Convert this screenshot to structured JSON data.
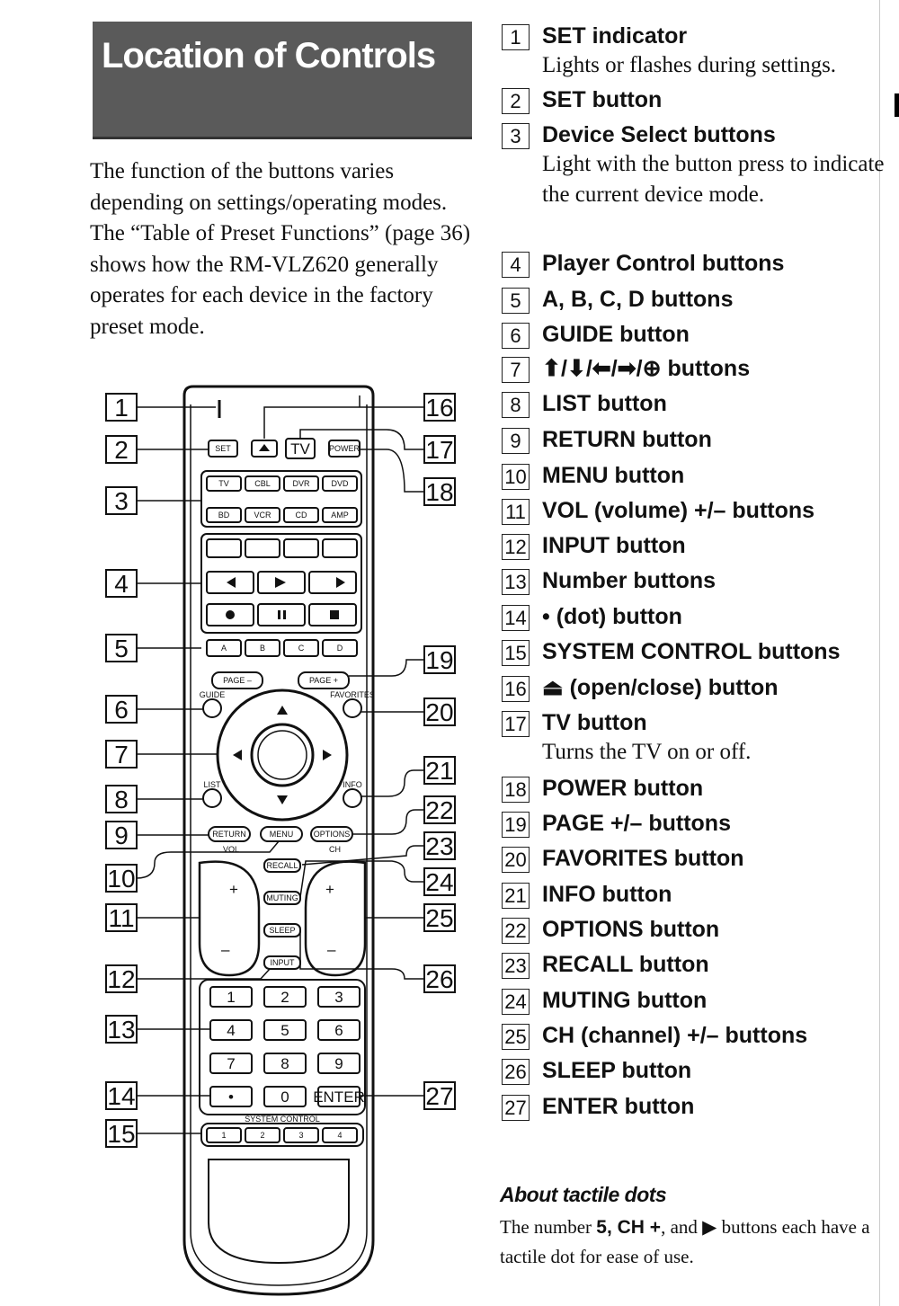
{
  "header": {
    "title": "Location of Controls"
  },
  "intro": {
    "paragraph1": "The function of the buttons varies depending on settings/operating modes.",
    "paragraph2": "The “Table of Preset Functions” (page 36) shows how the RM-VLZ620 generally operates for each device in the factory preset mode."
  },
  "controls": [
    {
      "num": "1",
      "title": "SET indicator",
      "desc": "Lights or flashes during settings."
    },
    {
      "num": "2",
      "title": "SET button",
      "desc": ""
    },
    {
      "num": "3",
      "title": "Device Select buttons",
      "desc": "Light with the button press to indicate the current device mode."
    },
    {
      "num": "4",
      "title": "Player Control buttons",
      "desc": ""
    },
    {
      "num": "5",
      "title": "A, B, C, D buttons",
      "desc": ""
    },
    {
      "num": "6",
      "title": "GUIDE button",
      "desc": ""
    },
    {
      "num": "7",
      "title": "⬆/⬇/⬅/➡/⊕ buttons",
      "desc": ""
    },
    {
      "num": "8",
      "title": "LIST button",
      "desc": ""
    },
    {
      "num": "9",
      "title": "RETURN button",
      "desc": ""
    },
    {
      "num": "10",
      "title": "MENU button",
      "desc": ""
    },
    {
      "num": "11",
      "title": "VOL (volume) +/– buttons",
      "desc": ""
    },
    {
      "num": "12",
      "title": "INPUT button",
      "desc": ""
    },
    {
      "num": "13",
      "title": "Number buttons",
      "desc": ""
    },
    {
      "num": "14",
      "title": "• (dot) button",
      "desc": ""
    },
    {
      "num": "15",
      "title": "SYSTEM CONTROL buttons",
      "desc": ""
    },
    {
      "num": "16",
      "title": "⏏ (open/close) button",
      "desc": ""
    },
    {
      "num": "17",
      "title": "TV button",
      "desc": "Turns the TV on or off."
    },
    {
      "num": "18",
      "title": "POWER button",
      "desc": ""
    },
    {
      "num": "19",
      "title": "PAGE +/– buttons",
      "desc": ""
    },
    {
      "num": "20",
      "title": "FAVORITES button",
      "desc": ""
    },
    {
      "num": "21",
      "title": "INFO button",
      "desc": ""
    },
    {
      "num": "22",
      "title": "OPTIONS button",
      "desc": ""
    },
    {
      "num": "23",
      "title": "RECALL button",
      "desc": ""
    },
    {
      "num": "24",
      "title": "MUTING button",
      "desc": ""
    },
    {
      "num": "25",
      "title": "CH (channel) +/– buttons",
      "desc": ""
    },
    {
      "num": "26",
      "title": "SLEEP button",
      "desc": ""
    },
    {
      "num": "27",
      "title": "ENTER button",
      "desc": ""
    }
  ],
  "tactile": {
    "title": "About tactile dots",
    "text_before": "The number ",
    "bold": "5, CH +",
    "text_mid": ", and ",
    "symbol": "▶",
    "text_after": " buttons each have a tactile dot for ease of use."
  },
  "remote": {
    "callouts": {
      "c1": "1",
      "c2": "2",
      "c3": "3",
      "c4": "4",
      "c5": "5",
      "c6": "6",
      "c7": "7",
      "c8": "8",
      "c9": "9",
      "c10": "10",
      "c11": "11",
      "c12": "12",
      "c13": "13",
      "c14": "14",
      "c15": "15",
      "c16": "16",
      "c17": "17",
      "c18": "18",
      "c19": "19",
      "c20": "20",
      "c21": "21",
      "c22": "22",
      "c23": "23",
      "c24": "24",
      "c25": "25",
      "c26": "26",
      "c27": "27"
    },
    "keys": {
      "set": "SET",
      "tv_power": "TV",
      "power": "POWER",
      "tv": "TV",
      "cbl": "CBL",
      "dvr": "DVR",
      "dvd": "DVD",
      "bd": "BD",
      "vcr": "VCR",
      "cd": "CD",
      "amp": "AMP",
      "a": "A",
      "b": "B",
      "c": "C",
      "d": "D",
      "page_minus": "PAGE –",
      "page_plus": "PAGE +",
      "guide": "GUIDE",
      "favorites": "FAVORITES",
      "list": "LIST",
      "info": "INFO",
      "return": "RETURN",
      "menu": "MENU",
      "options": "OPTIONS",
      "recall": "RECALL",
      "muting": "MUTING",
      "sleep": "SLEEP",
      "input": "INPUT",
      "vol": "VOL",
      "ch": "CH",
      "n1": "1",
      "n2": "2",
      "n3": "3",
      "n4": "4",
      "n5": "5",
      "n6": "6",
      "n7": "7",
      "n8": "8",
      "n9": "9",
      "n0": "0",
      "dot": "•",
      "enter": "ENTER",
      "system_control": "SYSTEM CONTROL",
      "s1": "1",
      "s2": "2",
      "s3": "3",
      "s4": "4"
    }
  }
}
